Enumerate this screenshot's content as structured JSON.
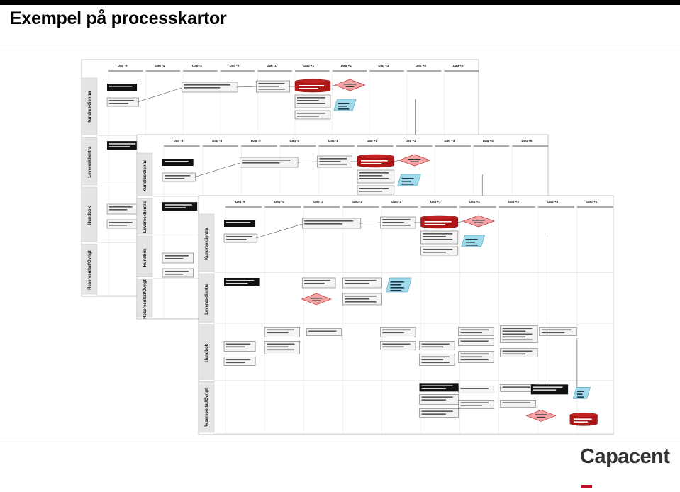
{
  "header": {
    "title": "Exempel på processkartor"
  },
  "brand": {
    "logo_text": "Capacent",
    "accent_color": "#c8102e"
  },
  "map": {
    "days": [
      "Dag -5",
      "Dag -4",
      "Dag -3",
      "Dag -2",
      "Dag -1",
      "Dag +1",
      "Dag +2",
      "Dag +3",
      "Dag +4",
      "Dag +5"
    ],
    "lanes": [
      "Kundresklientra",
      "Leveresklientra",
      "Hundbok",
      "Reseresultat/Övrigt"
    ],
    "colors": {
      "red": "#b01818",
      "cyan": "#9fdbec",
      "pink": "#f3a3a3",
      "black": "#111111"
    }
  }
}
